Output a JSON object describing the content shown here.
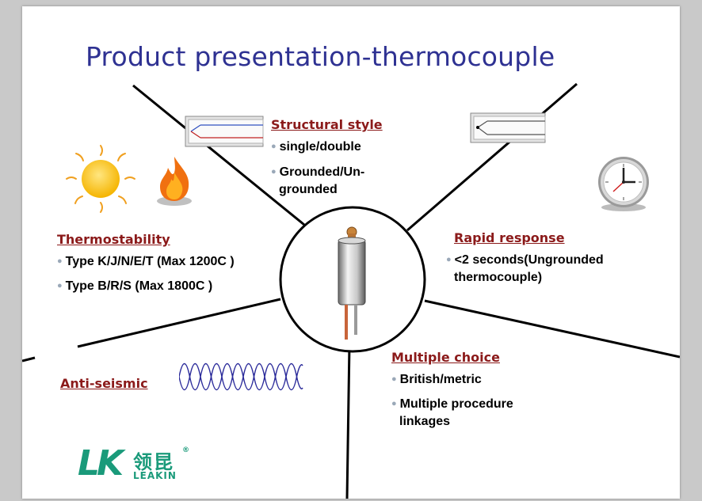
{
  "title": "Product presentation-thermocouple",
  "sections": {
    "structural": {
      "heading": "Structural style",
      "items": [
        "single/double",
        "Grounded/Un-",
        "grounded"
      ]
    },
    "thermostability": {
      "heading": "Thermostability",
      "items": [
        "Type K/J/N/E/T (Max 1200C )",
        "Type B/R/S (Max 1800C )"
      ]
    },
    "rapid": {
      "heading": "Rapid response",
      "items": [
        "<2 seconds(Ungrounded",
        "thermocouple)"
      ]
    },
    "antiseismic": {
      "heading": "Anti-seismic"
    },
    "multiple": {
      "heading": "Multiple choice",
      "items": [
        "British/metric",
        "Multiple procedure",
        "linkages"
      ]
    }
  },
  "logo": {
    "letters": "LK",
    "chinese": "领昆",
    "name": "LEAKIN",
    "mark": "®"
  },
  "colors": {
    "title": "#2e3192",
    "heading": "#8b1a1a",
    "logo": "#1a9a7a"
  }
}
